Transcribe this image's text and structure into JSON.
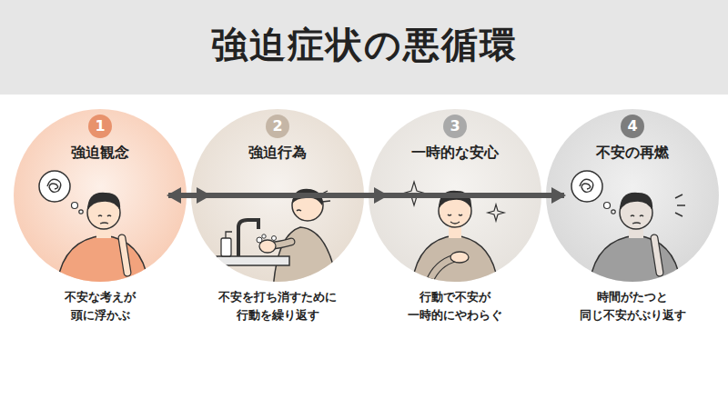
{
  "diagram": {
    "title": "強迫症状の悪循環",
    "nodes": [
      {
        "text": [
          "1",
          "強迫観念",
          "不安な考えが 頭に浮かぶ"
        ]
      },
      {
        "text": [
          "2",
          "強迫行為",
          "不安を打ち消すために 行動を繰り返す"
        ]
      },
      {
        "text": [
          "3",
          "一時的な安心",
          "行動で不安が 一時的にやわらぐ"
        ]
      },
      {
        "text": [
          "4",
          "不安の再燃",
          "時間がたつと 同じ不安がぶり返す"
        ]
      }
    ],
    "edges": [
      {
        "from": 0,
        "to": 1,
        "arrow": "to"
      },
      {
        "from": 1,
        "to": 2,
        "arrow": "to"
      },
      {
        "from": 2,
        "to": 3,
        "arrow": "to"
      },
      {
        "from": 3,
        "to": 0,
        "arrow": "to"
      }
    ]
  }
}
